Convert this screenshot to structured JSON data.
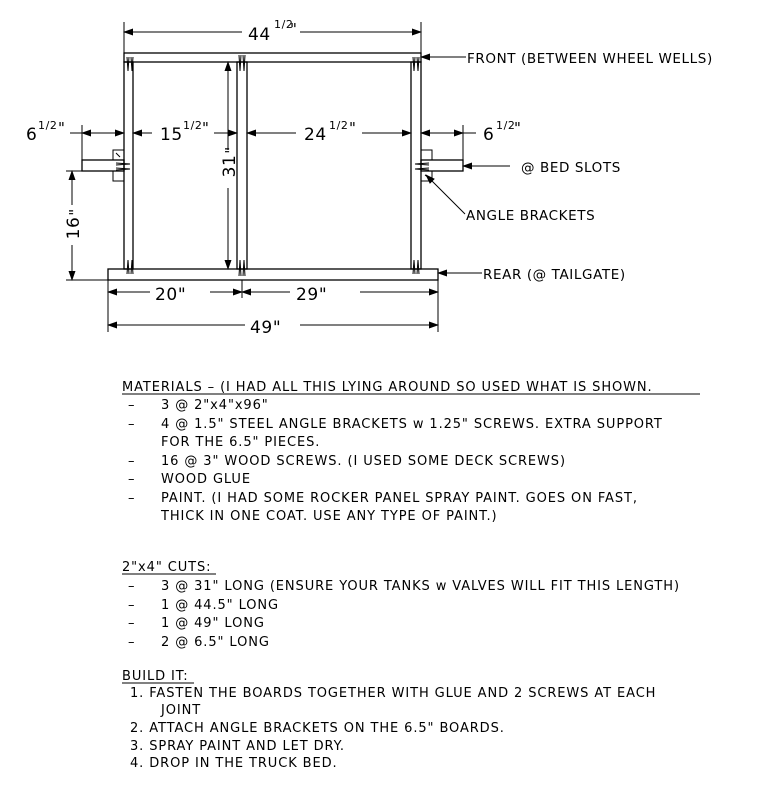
{
  "dimensions": {
    "overall_width": "44",
    "half": "1/2",
    "inner_left": "15",
    "inner_right": "24",
    "side_ext_left": "6",
    "side_ext_right": "6",
    "height": "31",
    "slot_height": "16",
    "rear_left": "20\"",
    "rear_right": "29\"",
    "rear_total": "49\""
  },
  "labels": {
    "front": "FRONT (BETWEEN WHEEL WELLS)",
    "bed_slots": "@  BED SLOTS",
    "angle_brackets": "ANGLE BRACKETS",
    "rear": "REAR (@ TAILGATE)"
  },
  "notes": {
    "materials_heading": "MATERIALS – (I HAD ALL THIS LYING AROUND SO USED WHAT IS SHOWN.",
    "materials": [
      "3 @ 2\"x4\"x96\"",
      "4 @ 1.5\" STEEL ANGLE BRACKETS w 1.25\" SCREWS. EXTRA SUPPORT",
      "FOR THE 6.5\" PIECES.",
      "16 @ 3\" WOOD SCREWS.  (I USED SOME DECK SCREWS)",
      "WOOD GLUE",
      "PAINT.  (I HAD SOME ROCKER PANEL SPRAY PAINT. GOES ON FAST,",
      "THICK IN ONE COAT. USE ANY TYPE OF PAINT.)"
    ],
    "cuts_heading": "2\"x4\" CUTS:",
    "cuts": [
      "3 @ 31\" LONG (ENSURE YOUR TANKS w VALVES WILL FIT THIS LENGTH)",
      "1 @ 44.5\" LONG",
      "1 @ 49\" LONG",
      "2 @ 6.5\" LONG"
    ],
    "build_heading": "BUILD IT:",
    "build": [
      "1.  FASTEN THE BOARDS TOGETHER WITH GLUE AND 2 SCREWS AT EACH",
      "JOINT",
      "2.  ATTACH ANGLE BRACKETS ON THE 6.5\" BOARDS.",
      "3.  SPRAY PAINT AND LET DRY.",
      "4.  DROP IN THE TRUCK BED."
    ]
  }
}
